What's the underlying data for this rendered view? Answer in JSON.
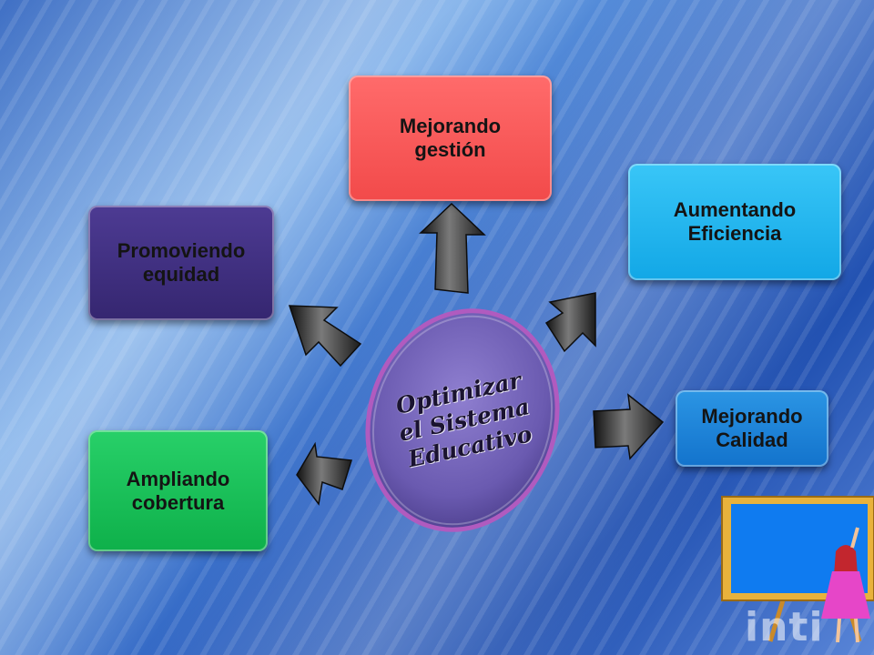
{
  "center": {
    "label": "Optimizar\nel Sistema\nEducativo"
  },
  "nodes": {
    "gestion": "Mejorando\ngestión",
    "eficiencia": "Aumentando\nEficiencia",
    "calidad": "Mejorando\nCalidad",
    "equidad": "Promoviendo\nequidad",
    "cobertura": "Ampliando\ncobertura"
  },
  "clipart": {
    "icon": "teacher-at-blackboard-icon",
    "watermark": "inti"
  },
  "colors": {
    "gestion": "#f24a4a",
    "eficiencia": "#12a7e6",
    "calidad": "#1373cc",
    "equidad": "#352670",
    "cobertura": "#0eb04a",
    "center_ellipse": "#6a5ab0",
    "arrow": "#2a2a2a"
  }
}
